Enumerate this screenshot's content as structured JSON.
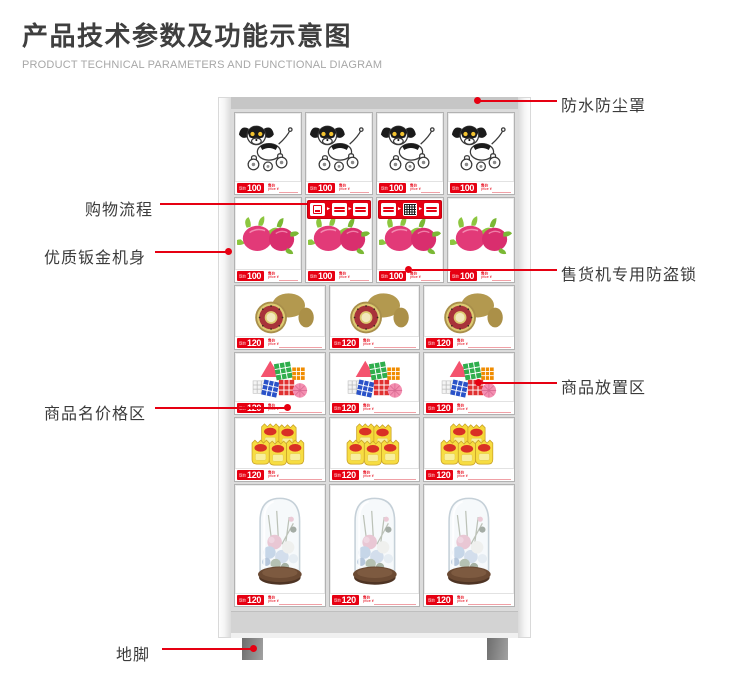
{
  "page": {
    "title": "产品技术参数及功能示意图",
    "subtitle": "PRODUCT TECHNICAL PARAMETERS AND FUNCTIONAL DIAGRAM"
  },
  "colors": {
    "accent_red": "#e60012",
    "title_text": "#3f3f3f",
    "subtitle_text": "#a7a7a7",
    "frame_gray": "#c6c6c6",
    "cell_bg": "#ffffff"
  },
  "callouts": [
    {
      "id": "dust-cover",
      "label": "防水防尘罩",
      "side": "right"
    },
    {
      "id": "shopping-process",
      "label": "购物流程",
      "side": "left"
    },
    {
      "id": "sheet-metal-body",
      "label": "优质钣金机身",
      "side": "left"
    },
    {
      "id": "anti-theft-lock",
      "label": "售货机专用防盗锁",
      "side": "right"
    },
    {
      "id": "product-area",
      "label": "商品放置区",
      "side": "right"
    },
    {
      "id": "price-area",
      "label": "商品名价格区",
      "side": "left"
    },
    {
      "id": "foot",
      "label": "地脚",
      "side": "left"
    }
  ],
  "machine": {
    "price_tag": {
      "prefix": "现价",
      "label_cn": "售价",
      "label_en": "price ¥"
    },
    "banners": {
      "a": {
        "steps": [
          "scan-icon",
          "text",
          "text"
        ],
        "separator": "►"
      },
      "b": {
        "steps": [
          "text",
          "qr-code",
          "text"
        ],
        "separator": "►"
      }
    },
    "rows": [
      {
        "product": "robot-dog",
        "columns": 4,
        "price": "100",
        "banners": false
      },
      {
        "product": "dragon-fruit",
        "columns": 4,
        "price": "100",
        "banners": true
      },
      {
        "product": "kiwi",
        "columns": 3,
        "price": "120",
        "banners": false
      },
      {
        "product": "rubiks-cube",
        "columns": 3,
        "price": "120",
        "banners": false
      },
      {
        "product": "chips",
        "columns": 3,
        "price": "120",
        "banners": false
      },
      {
        "product": "flower-dome",
        "columns": 3,
        "price": "120",
        "banners": false
      }
    ]
  }
}
